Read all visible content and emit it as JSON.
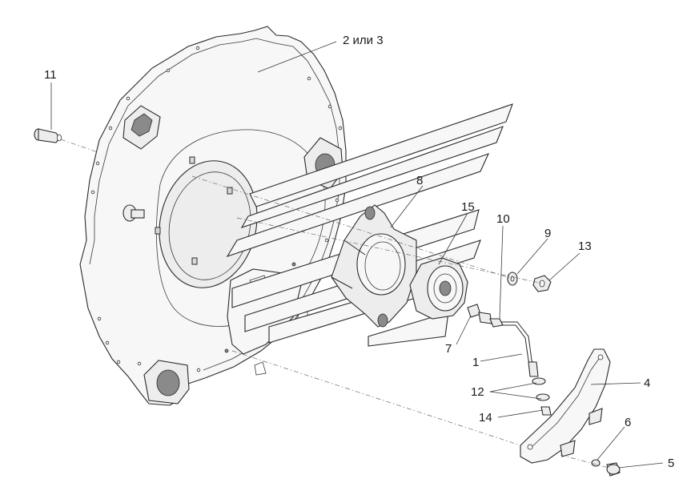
{
  "labels": {
    "housing": "2 или 3",
    "bolt_11": "11",
    "bracket_8": "8",
    "bearing_15": "15",
    "fitting_10": "10",
    "washer_9": "9",
    "nut_13": "13",
    "elbow_7": "7",
    "tube_1": "1",
    "plate_4": "4",
    "clips_12": "12",
    "nipple_14": "14",
    "washer_6": "6",
    "screw_5": "5"
  }
}
